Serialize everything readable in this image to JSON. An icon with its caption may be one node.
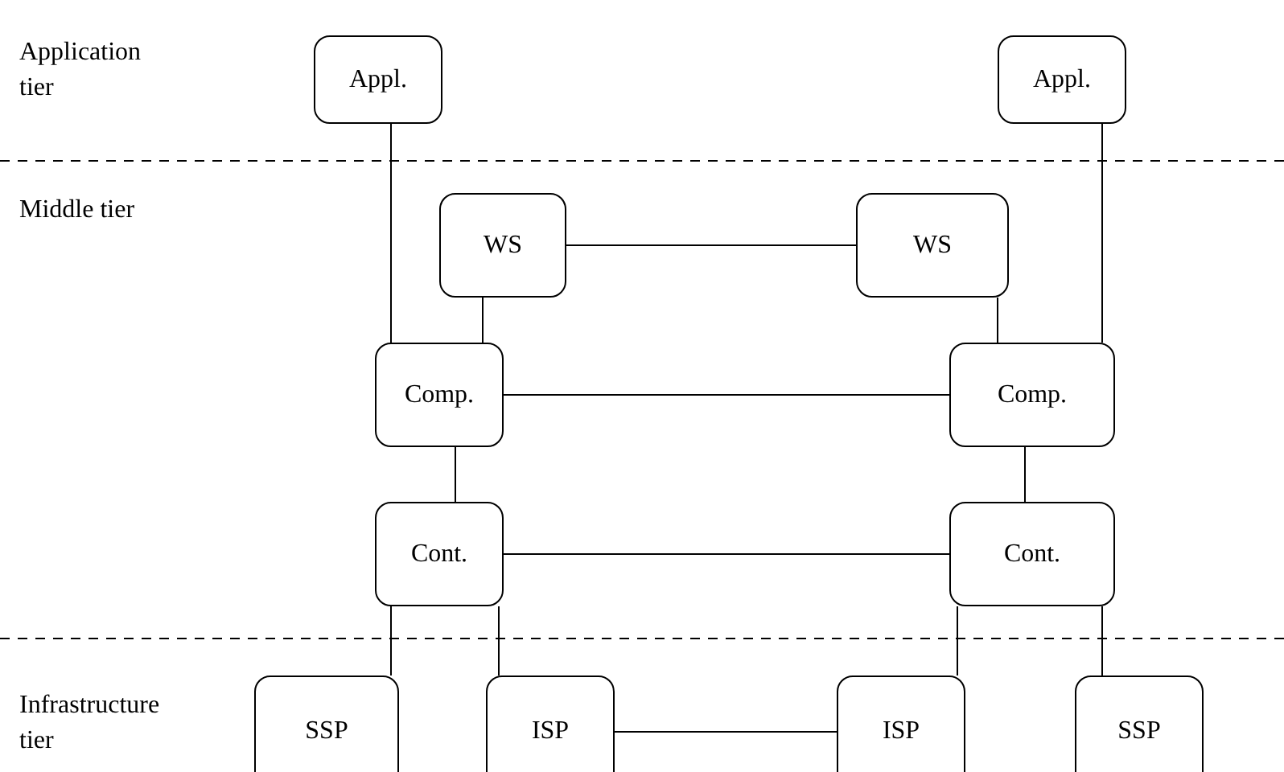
{
  "diagram": {
    "nodes": [
      {
        "text": [
          "Appl."
        ]
      },
      {
        "text": [
          "Appl."
        ]
      },
      {
        "text": [
          "WS"
        ]
      },
      {
        "text": [
          "WS"
        ]
      },
      {
        "text": [
          "Comp."
        ]
      },
      {
        "text": [
          "Comp."
        ]
      },
      {
        "text": [
          "Cont."
        ]
      },
      {
        "text": [
          "Cont."
        ]
      },
      {
        "text": [
          "SSP"
        ]
      },
      {
        "text": [
          "ISP"
        ]
      },
      {
        "text": [
          "ISP"
        ]
      },
      {
        "text": [
          "SSP"
        ]
      }
    ],
    "edges": [
      {
        "from": 0,
        "to": 4,
        "arrow": "none"
      },
      {
        "from": 1,
        "to": 5,
        "arrow": "none"
      },
      {
        "from": 2,
        "to": 3,
        "arrow": "none"
      },
      {
        "from": 2,
        "to": 4,
        "arrow": "none"
      },
      {
        "from": 3,
        "to": 5,
        "arrow": "none"
      },
      {
        "from": 4,
        "to": 5,
        "arrow": "none"
      },
      {
        "from": 4,
        "to": 6,
        "arrow": "none"
      },
      {
        "from": 5,
        "to": 7,
        "arrow": "none"
      },
      {
        "from": 6,
        "to": 7,
        "arrow": "none"
      },
      {
        "from": 6,
        "to": 8,
        "arrow": "none"
      },
      {
        "from": 6,
        "to": 9,
        "arrow": "none"
      },
      {
        "from": 7,
        "to": 10,
        "arrow": "none"
      },
      {
        "from": 7,
        "to": 11,
        "arrow": "none"
      },
      {
        "from": 9,
        "to": 10,
        "arrow": "none"
      }
    ],
    "labels": [
      "Application tier",
      "Middle tier",
      "Infrastructure tier"
    ]
  }
}
